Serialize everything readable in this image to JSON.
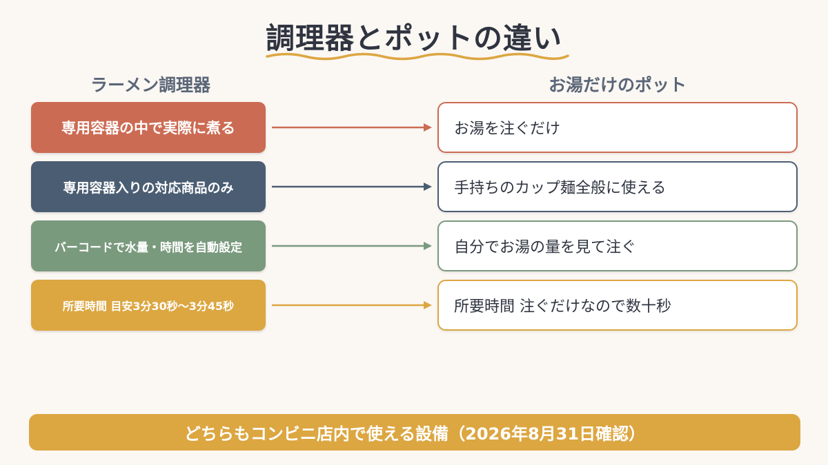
{
  "title": "調理器とポットの違い",
  "columns": {
    "left": "ラーメン調理器",
    "right": "お湯だけのポット"
  },
  "rows": [
    {
      "left": "専用容器の中で実際に煮る",
      "right": "お湯を注ぐだけ",
      "color": "#cc6b53"
    },
    {
      "left": "専用容器入りの対応商品のみ",
      "right": "手持ちのカップ麺全般に使える",
      "color": "#4a5d73"
    },
    {
      "left": "バーコードで水量・時間を自動設定",
      "right": "自分でお湯の量を見て注ぐ",
      "color": "#7a9a7e"
    },
    {
      "left": "所要時間 目安3分30秒〜3分45秒",
      "right": "所要時間 注ぐだけなので数十秒",
      "color": "#dca641"
    }
  ],
  "footer": "どちらもコンビニ店内で使える設備（2026年8月31日確認）",
  "colors": {
    "background": "#fbf7f3",
    "accent": "#dca641"
  }
}
